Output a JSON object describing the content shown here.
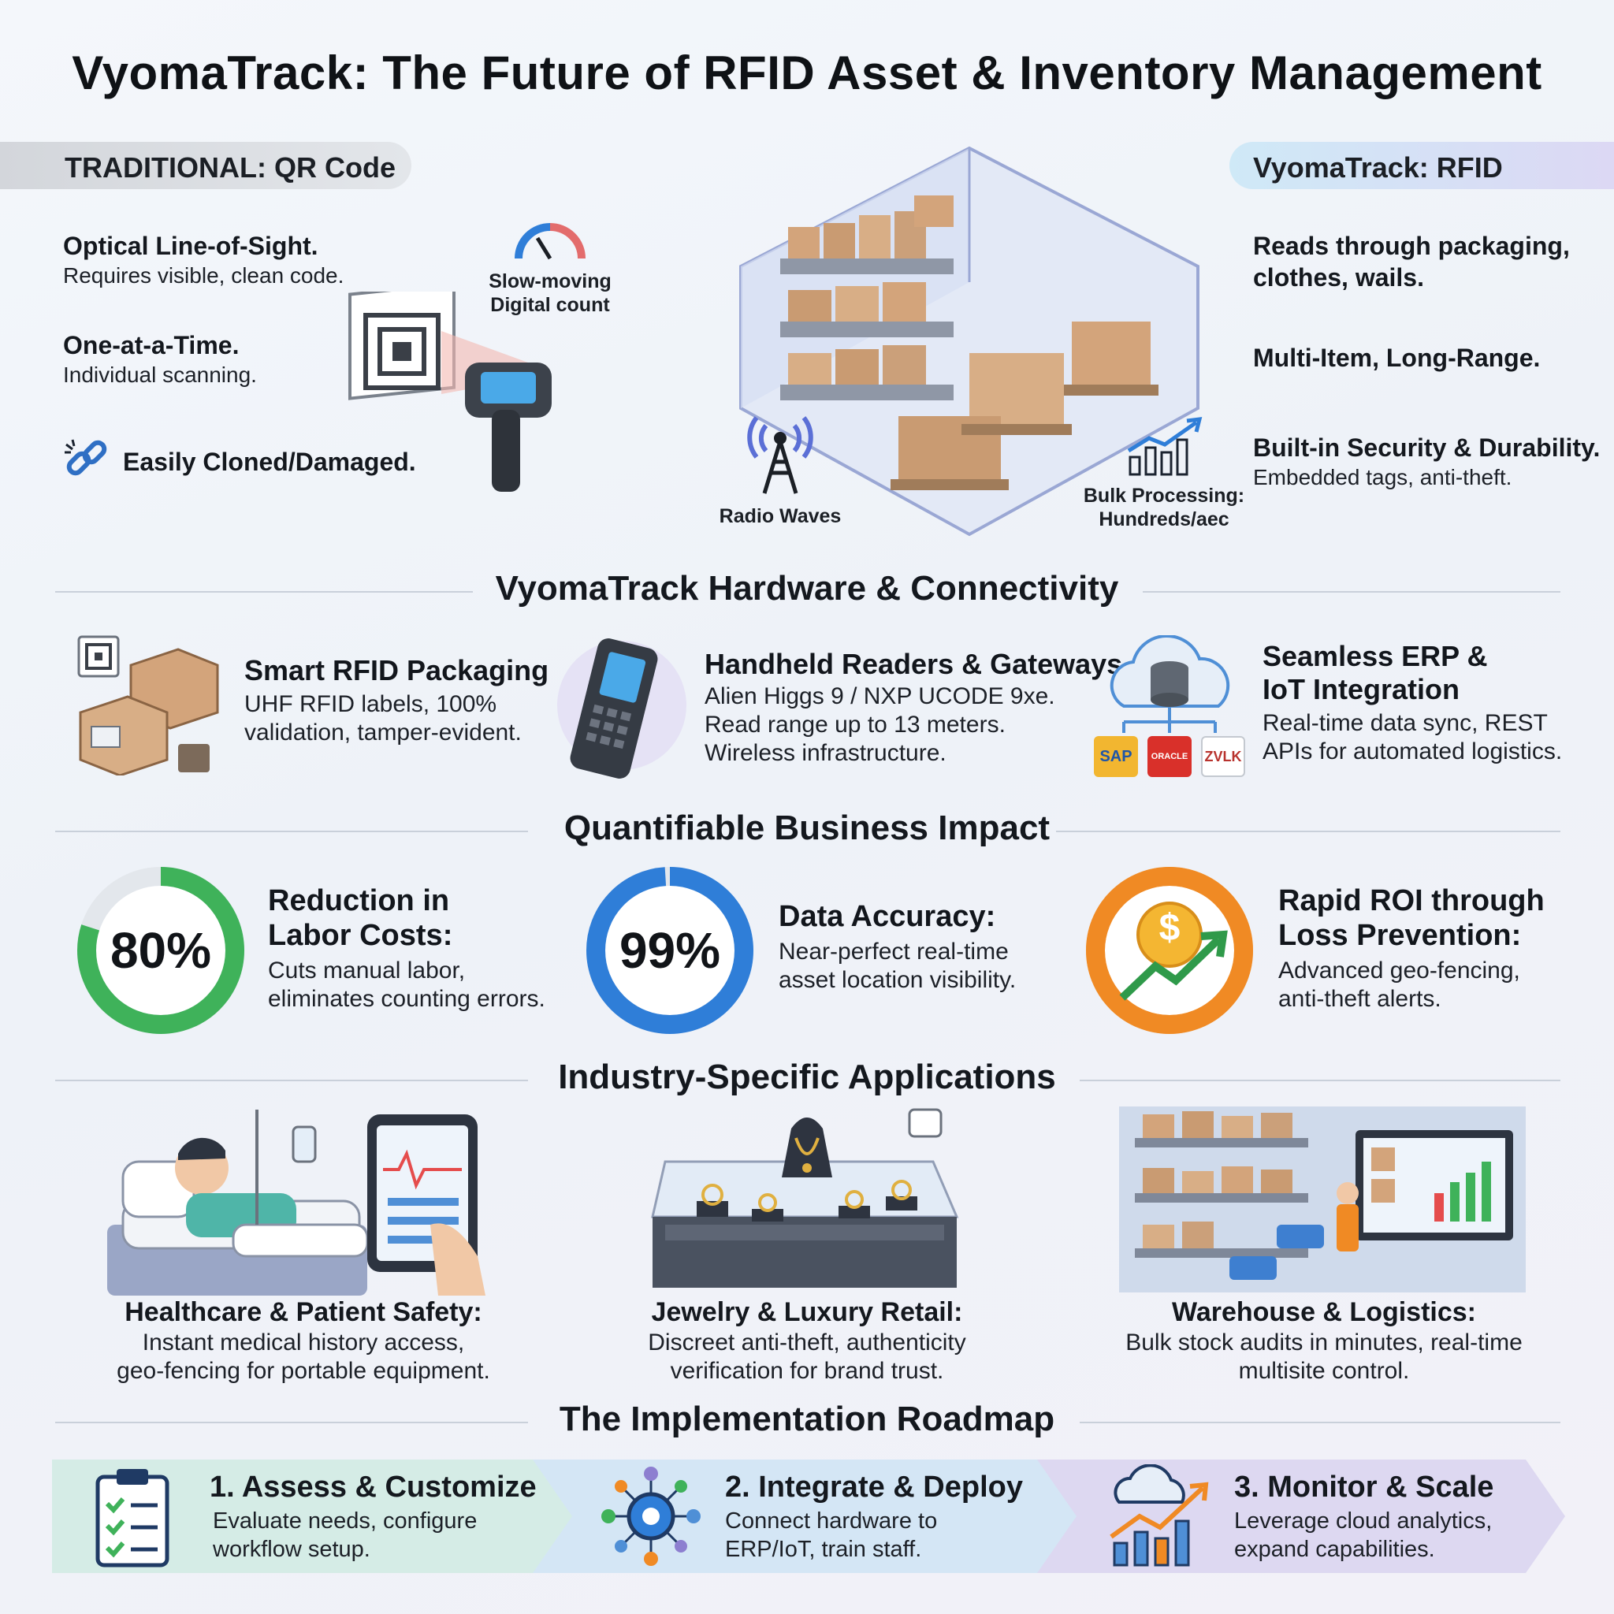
{
  "title": "VyomaTrack: The Future of RFID Asset & Inventory Management",
  "comparison": {
    "left_label": "TRADITIONAL: QR Code",
    "right_label": "VyomaTrack: RFID",
    "left_items": [
      {
        "heading": "Optical Line-of-Sight.",
        "text": "Requires visible, clean code."
      },
      {
        "heading": "One-at-a-Time.",
        "text": "Individual scanning."
      },
      {
        "heading": "Easily Cloned/Damaged.",
        "text": ""
      }
    ],
    "right_items": [
      {
        "heading": "Reads through packaging, clothes, wails.",
        "text": ""
      },
      {
        "heading": "Multi-Item, Long-Range.",
        "text": ""
      },
      {
        "heading": "Built-in Security & Durability.",
        "text": "Embedded tags, anti-theft."
      }
    ],
    "gauge_label_1": "Slow-moving",
    "gauge_label_2": "Digital count",
    "radio_label": "Radio Waves",
    "bulk_label_1": "Bulk Processing:",
    "bulk_label_2": "Hundreds/aec"
  },
  "hardware": {
    "section_title": "VyomaTrack Hardware & Connectivity",
    "items": [
      {
        "heading": "Smart RFID Packaging",
        "lines": [
          "UHF RFID labels, 100%",
          "validation, tamper-evident."
        ]
      },
      {
        "heading": "Handheld Readers & Gateways",
        "lines": [
          "Alien Higgs 9 / NXP UCODE 9xe.",
          "Read range up to 13 meters.",
          "Wireless infrastructure."
        ]
      },
      {
        "heading_1": "Seamless ERP &",
        "heading_2": "IoT Integration",
        "lines": [
          "Real-time data sync, REST",
          "APIs for automated logistics."
        ]
      }
    ],
    "logos": [
      "SAP",
      "ORACLE",
      "ZVLK"
    ]
  },
  "impact": {
    "section_title": "Quantifiable Business Impact",
    "metrics": [
      {
        "value": "80%",
        "fraction": 0.8,
        "heading_1": "Reduction in",
        "heading_2": "Labor Costs:",
        "lines": [
          "Cuts manual labor,",
          "eliminates counting errors."
        ],
        "color": "#3fb25a"
      },
      {
        "value": "99%",
        "fraction": 0.99,
        "heading_1": "Data Accuracy:",
        "heading_2": "",
        "lines": [
          "Near-perfect real-time",
          "asset location visibility."
        ],
        "color": "#2f7ed8"
      },
      {
        "value": "$",
        "fraction": 1.0,
        "heading_1": "Rapid ROI through",
        "heading_2": "Loss Prevention:",
        "lines": [
          "Advanced geo-fencing,",
          "anti-theft alerts."
        ],
        "color": "#f08a24"
      }
    ]
  },
  "applications": {
    "section_title": "Industry-Specific Applications",
    "items": [
      {
        "heading": "Healthcare & Patient Safety:",
        "lines": [
          "Instant medical history access,",
          "geo-fencing for portable equipment."
        ]
      },
      {
        "heading": "Jewelry & Luxury Retail:",
        "lines": [
          "Discreet anti-theft, authenticity",
          "verification for brand trust."
        ]
      },
      {
        "heading": "Warehouse & Logistics:",
        "lines": [
          "Bulk stock audits in minutes, real-time",
          "multisite control."
        ]
      }
    ]
  },
  "roadmap": {
    "section_title": "The Implementation Roadmap",
    "steps": [
      {
        "heading": "1. Assess & Customize",
        "lines": [
          "Evaluate needs, configure",
          "workflow setup."
        ]
      },
      {
        "heading": "2. Integrate & Deploy",
        "lines": [
          "Connect hardware to",
          "ERP/IoT, train staff."
        ]
      },
      {
        "heading": "3. Monitor & Scale",
        "lines": [
          "Leverage cloud analytics,",
          "expand capabilities."
        ]
      }
    ]
  },
  "colors": {
    "green": "#3fb25a",
    "blue": "#2f7ed8",
    "orange": "#f08a24",
    "purple": "#8d7fd0"
  }
}
